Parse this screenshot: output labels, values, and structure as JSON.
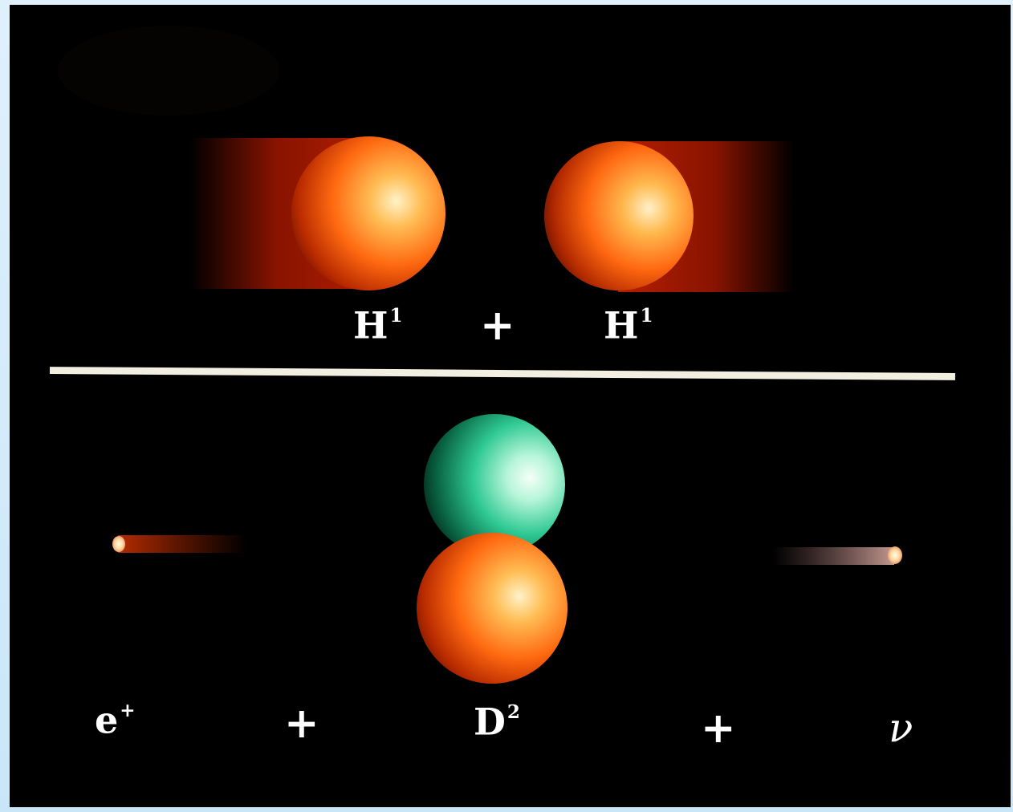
{
  "reaction": {
    "reactants": [
      {
        "symbol": "H",
        "mass_number": "1"
      },
      {
        "symbol": "H",
        "mass_number": "1"
      }
    ],
    "reactant_operator": "+",
    "products": [
      {
        "symbol": "e",
        "superscript": "+"
      },
      {
        "symbol": "D",
        "mass_number": "2"
      },
      {
        "symbol": "ν"
      }
    ],
    "product_operators": [
      "+",
      "+"
    ]
  },
  "colors": {
    "proton": "#ff7a12",
    "neutron": "#2fd19a",
    "positron": "#ff5a1a",
    "neutrino": "#f2c6c0",
    "background": "#000000",
    "divider": "#f2eee0"
  }
}
